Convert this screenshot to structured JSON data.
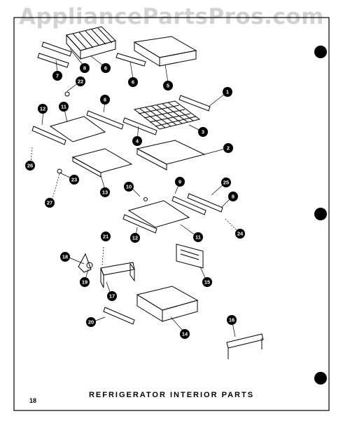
{
  "watermark": "AppliancePartsPros.com",
  "caption": "REFRIGERATOR  INTERIOR  PARTS",
  "page_number": "18",
  "callouts": [
    {
      "num": "8",
      "label": "part-8-callout"
    },
    {
      "num": "6",
      "label": "part-6-callout"
    },
    {
      "num": "7",
      "label": "part-7-callout"
    },
    {
      "num": "6",
      "label": "part-6-callout"
    },
    {
      "num": "5",
      "label": "part-5-callout"
    },
    {
      "num": "22",
      "label": "part-22-callout"
    },
    {
      "num": "1",
      "label": "part-1-callout"
    },
    {
      "num": "12",
      "label": "part-12-callout"
    },
    {
      "num": "11",
      "label": "part-11-callout"
    },
    {
      "num": "8",
      "label": "part-8-callout"
    },
    {
      "num": "4",
      "label": "part-4-callout"
    },
    {
      "num": "3",
      "label": "part-3-callout"
    },
    {
      "num": "2",
      "label": "part-2-callout"
    },
    {
      "num": "26",
      "label": "part-26-callout"
    },
    {
      "num": "23",
      "label": "part-23-callout"
    },
    {
      "num": "13",
      "label": "part-13-callout"
    },
    {
      "num": "27",
      "label": "part-27-callout"
    },
    {
      "num": "10",
      "label": "part-10-callout"
    },
    {
      "num": "9",
      "label": "part-9-callout"
    },
    {
      "num": "25",
      "label": "part-25-callout"
    },
    {
      "num": "8",
      "label": "part-8-callout"
    },
    {
      "num": "12",
      "label": "part-12-callout"
    },
    {
      "num": "11",
      "label": "part-11-callout"
    },
    {
      "num": "24",
      "label": "part-24-callout"
    },
    {
      "num": "21",
      "label": "part-21-callout"
    },
    {
      "num": "18",
      "label": "part-18-callout"
    },
    {
      "num": "19",
      "label": "part-19-callout"
    },
    {
      "num": "17",
      "label": "part-17-callout"
    },
    {
      "num": "15",
      "label": "part-15-callout"
    },
    {
      "num": "14",
      "label": "part-14-callout"
    },
    {
      "num": "20",
      "label": "part-20-callout"
    },
    {
      "num": "16",
      "label": "part-16-callout"
    }
  ]
}
